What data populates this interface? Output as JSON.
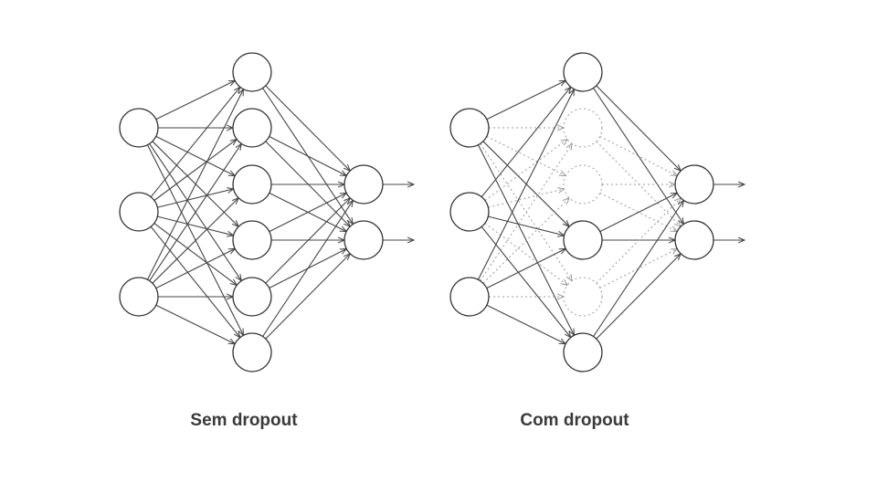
{
  "captions": {
    "left": "Sem dropout",
    "right": "Com dropout"
  },
  "colors": {
    "edge": "#444444",
    "dropped_edge": "#9a9a9a",
    "node_stroke": "#333333",
    "dropped_node_stroke": "#9a9a9a",
    "caption": "#3a3a3a"
  },
  "networks": [
    {
      "id": "without-dropout",
      "layers": [
        3,
        6,
        2
      ],
      "dropped_hidden": []
    },
    {
      "id": "with-dropout",
      "layers": [
        3,
        6,
        2
      ],
      "dropped_hidden": [
        1,
        2,
        4
      ]
    }
  ]
}
